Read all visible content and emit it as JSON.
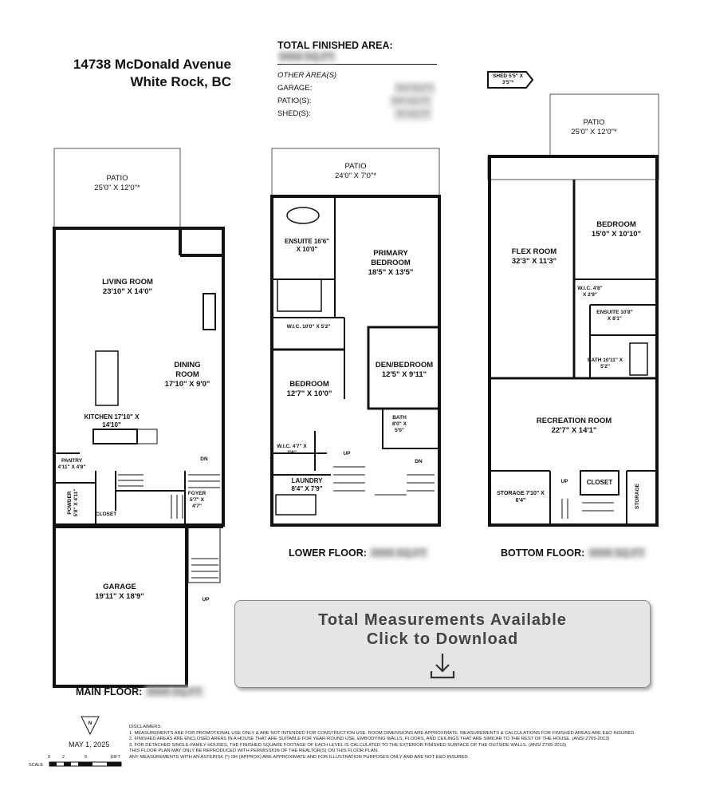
{
  "address": {
    "line1": "14738 McDonald Avenue",
    "line2": "White Rock, BC"
  },
  "areas": {
    "total_label": "TOTAL FINISHED AREA:",
    "total_value": "0000 SQ.FT",
    "other_label": "OTHER AREA(S)",
    "garage_label": "GARAGE:",
    "garage_value": "000 SQ.FT",
    "patio_label": "PATIO(S):",
    "patio_value": "000 SQ.FT",
    "shed_label": "SHED(S):",
    "shed_value": "00 SQ.FT"
  },
  "main_floor": {
    "label": "MAIN FLOOR:",
    "value": "0000 SQ.FT",
    "rooms": {
      "patio": "PATIO",
      "patio_dim": "25'0\" X 12'0\"*",
      "living": "LIVING ROOM",
      "living_dim": "23'10\" X 14'0\"",
      "dining": "DINING",
      "dining2": "ROOM",
      "dining_dim": "17'10\" X 9'0\"",
      "kitchen": "KITCHEN",
      "kitchen_dim": "17'10\" X 14'10\"",
      "pantry": "PANTRY",
      "pantry_dim": "4'11\" X 4'8\"",
      "powder": "POWDER",
      "powder_dim": "5'8\" X 4'11\"",
      "closet": "CLOSET",
      "foyer": "FOYER",
      "foyer_dim": "5'7\" X 4'7\"",
      "dn": "DN",
      "up": "UP",
      "garage": "GARAGE",
      "garage_dim": "19'11\" X 18'9\""
    }
  },
  "lower_floor": {
    "label": "LOWER FLOOR:",
    "value": "0000 SQ.FT",
    "rooms": {
      "patio": "PATIO",
      "patio_dim": "24'0\" X 7'0\"*",
      "ensuite": "ENSUITE",
      "ensuite_dim": "16'6\" X 10'0\"",
      "primary": "PRIMARY",
      "primary2": "BEDROOM",
      "primary_dim": "18'5\" X 13'5\"",
      "wic": "W.I.C.",
      "wic_dim": "10'0\" X 5'2\"",
      "den": "DEN/BEDROOM",
      "den_dim": "12'5\" X 9'11\"",
      "bedroom": "BEDROOM",
      "bedroom_dim": "12'7\" X 10'0\"",
      "bath": "BATH",
      "bath_dim": "8'0\" X 5'0\"",
      "wic2": "W.I.C.",
      "wic2_dim": "4'7\" X 3'6\"",
      "laundry": "LAUNDRY",
      "laundry_dim": "8'4\" X 7'9\"",
      "up": "UP",
      "dn": "DN"
    }
  },
  "bottom_floor": {
    "label": "BOTTOM FLOOR:",
    "value": "0000 SQ.FT",
    "rooms": {
      "shed": "SHED",
      "shed_dim": "5'5\" X 3'5\"*",
      "patio": "PATIO",
      "patio_dim": "25'0\" X 12'0\"*",
      "flex": "FLEX ROOM",
      "flex_dim": "32'3\" X 11'3\"",
      "bedroom": "BEDROOM",
      "bedroom_dim": "15'0\" X 10'10\"",
      "wic": "W.I.C.",
      "wic_dim": "4'8\" X 2'9\"",
      "ensuite": "ENSUITE",
      "ensuite_dim": "10'8\" X 8'1\"",
      "bath": "BATH",
      "bath_dim": "10'11\" X 5'2\"",
      "rec": "RECREATION ROOM",
      "rec_dim": "22'7\" X 14'1\"",
      "storage": "STORAGE",
      "storage_dim": "7'10\" X 6'4\"",
      "up": "UP",
      "closet": "CLOSET",
      "storage2": "STORAGE"
    }
  },
  "download": {
    "line1": "Total Measurements Available",
    "line2": "Click to Download"
  },
  "footer": {
    "north": "N",
    "date": "MAY 1, 2025",
    "scale_label": "SCALE",
    "scale_ticks": [
      "0",
      "2",
      "5",
      "10FT"
    ],
    "disclaimers_title": "DISCLAIMERS:",
    "d1": "1. MEASUREMENTS ARE FOR PROMOTIONAL USE ONLY & ARE NOT INTENDED FOR CONSTRUCTION USE. ROOM DIMENSIONS ARE APPROXIMATE. MEASUREMENTS & CALCULATIONS FOR FINISHED AREAS ARE E&O INSURED.",
    "d2": "2. FINISHED AREAS ARE ENCLOSED AREAS IN A HOUSE THAT ARE SUITABLE FOR YEAR-ROUND USE, EMBODYING WALLS, FLOORS, AND CEILINGS THAT ARE SIMILAR TO THE REST OF THE HOUSE. (ANSI Z765-2013)",
    "d3": "3. FOR DETACHED SINGLE-FAMILY HOUSES, THE FINISHED SQUARE FOOTAGE OF EACH LEVEL IS CALCULATED TO THE EXTERIOR FINISHED SURFACE OF THE OUTSIDE WALLS. (ANSI Z765-2013)",
    "d4": "THIS FLOOR PLAN MAY ONLY BE REPRODUCED WITH PERMISSION OF THE REALTOR(S) ON THIS FLOOR PLAN.",
    "d5": "ANY MEASUREMENTS WITH AN ASTERISK (*) OR (APPROX) ARE APPROXIMATE AND FOR ILLUSTRATION PURPOSES ONLY AND ARE NOT E&O INSURED."
  }
}
